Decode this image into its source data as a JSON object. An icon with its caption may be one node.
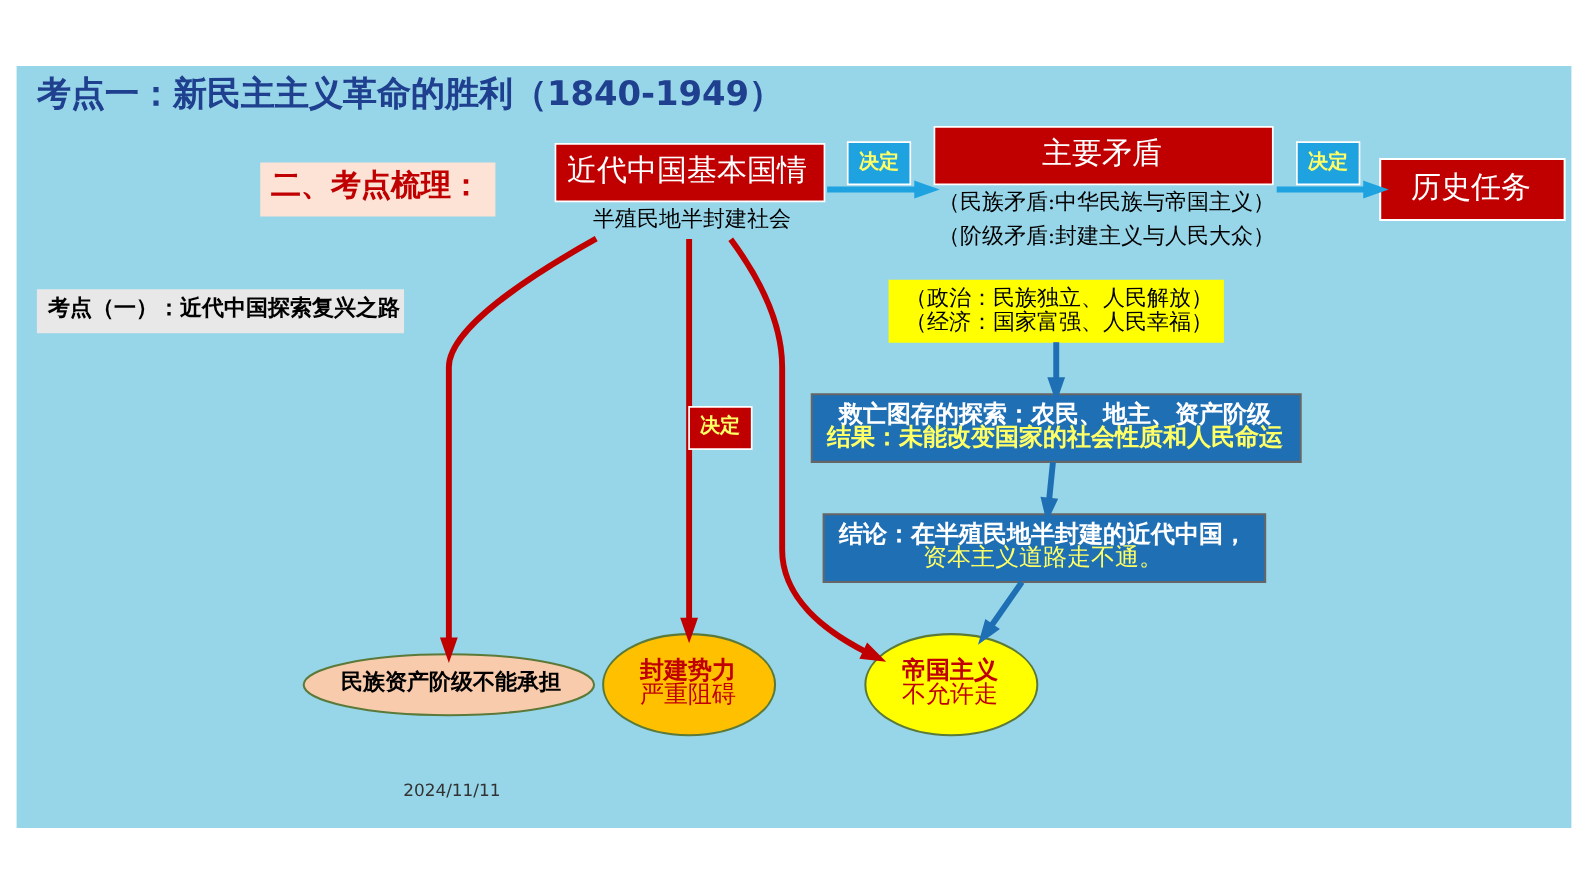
{
  "diagram": {
    "title": "考点一：新民主主义革命的胜利（1840-1949）",
    "nodes": [
      {
        "text": [
          "近代中国基本国情"
        ],
        "beside": [
          "半殖民地半封建社会"
        ]
      },
      {
        "text": [
          "主要矛盾"
        ],
        "beside": [
          "（民族矛盾:中华民族与帝国主义）",
          "（阶级矛盾:封建主义与人民大众）"
        ]
      },
      {
        "text": [
          "历史任务"
        ]
      },
      {
        "text": [
          "（政治：民族独立、人民解放）",
          "（经济：国家富强、人民幸福）"
        ]
      },
      {
        "text": [
          "救亡图存的探索：农民、地主、资产阶级",
          "结果：未能改变国家的社会性质和人民命运"
        ]
      },
      {
        "text": [
          "结论：在半殖民地半封建的近代中国，",
          "资本主义道路走不通。"
        ]
      },
      {
        "text": [
          "民族资产阶级不能承担"
        ]
      },
      {
        "text": [
          "封建势力",
          "严重阻碍"
        ]
      },
      {
        "text": [
          "帝国主义",
          "不允许走"
        ]
      }
    ],
    "edges": [
      {
        "from": 0,
        "to": 1,
        "arrow": "to",
        "label": "决定",
        "color": "#1ea2e0"
      },
      {
        "from": 1,
        "to": 2,
        "arrow": "to",
        "label": "决定",
        "color": "#1ea2e0"
      },
      {
        "from": 3,
        "to": 4,
        "arrow": "to"
      },
      {
        "from": 4,
        "to": 5,
        "arrow": "to"
      },
      {
        "from": 5,
        "to": 8,
        "arrow": "to"
      },
      {
        "from": 0,
        "to": 6,
        "arrow": "to",
        "color": "#c00000"
      },
      {
        "from": 0,
        "to": 7,
        "arrow": "to",
        "label": "决定",
        "color": "#c00000"
      },
      {
        "from": 0,
        "to": 8,
        "arrow": "to",
        "color": "#c00000"
      }
    ],
    "labels": [
      "二、考点梳理：",
      "考点（一）：近代中国探索复兴之路",
      "2024/11/11"
    ]
  }
}
